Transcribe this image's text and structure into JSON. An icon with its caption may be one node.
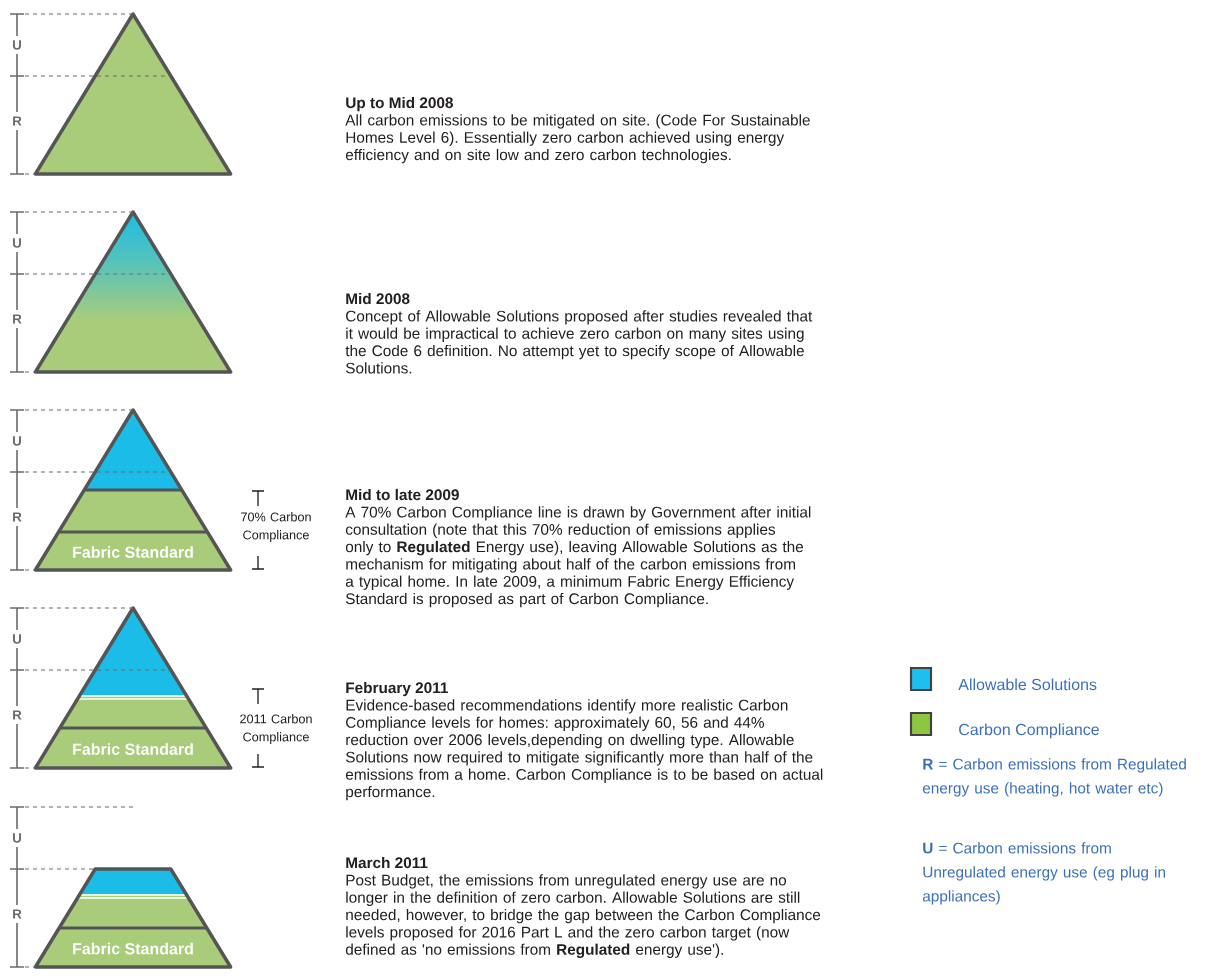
{
  "diagram": {
    "nodes": [
      {
        "text": [
          "Fabric Standard"
        ]
      },
      {
        "text": [
          "Fabric Standard"
        ]
      },
      {
        "text": [
          "Fabric Standard"
        ]
      }
    ],
    "labels": [
      "U",
      "R",
      "Up to Mid 2008",
      "All carbon emissions to be mitigated on site. (Code For Sustainable Homes Level 6). Essentially zero carbon achieved using energy efficiency and on site low and zero carbon technologies.",
      "U",
      "R",
      "Mid 2008",
      "Concept of Allowable Solutions proposed after studies revealed that it would be impractical to achieve zero carbon on many sites using the Code 6 definition. No attempt yet to specify scope of Allowable Solutions.",
      "U",
      "R",
      "Mid to late 2009",
      "A 70% Carbon Compliance line is drawn by Government after initial consultation (note that this 70% reduction of emissions applies only to **Regulated** Energy use), leaving Allowable Solutions as the mechanism for mitigating about half of the carbon emissions from a typical home. In late 2009, a minimum Fabric Energy Efficiency Standard is proposed as part of Carbon Compliance.",
      "70% Carbon Compliance",
      "U",
      "R",
      "February 2011",
      "Evidence-based recommendations identify more realistic Carbon Compliance levels for homes: approximately 60, 56 and 44% reduction over 2006 levels,depending on dwelling type. Allowable Solutions now required to mitigate significantly more than half of the emissions from a home. Carbon Compliance is to be based on actual performance.",
      "2011 Carbon Compliance",
      "U",
      "R",
      "March 2011",
      "Post Budget, the emissions from unregulated energy use are no longer in the definition of zero carbon. Allowable Solutions are still needed, however, to bridge the gap between the Carbon Compliance levels proposed for 2016 Part L and the zero carbon target (now defined as 'no emissions from **Regulated** energy use').",
      "**R** = Carbon emissions from Regulated energy use (heating, hot water etc)",
      "**U** = Carbon emissions from Unregulated energy use (eg plug in appliances)"
    ],
    "legend": [
      {
        "text": "Allowable Solutions",
        "color": "#1dbfee"
      },
      {
        "text": "Carbon Compliance",
        "color": "#8dc63f"
      }
    ]
  }
}
